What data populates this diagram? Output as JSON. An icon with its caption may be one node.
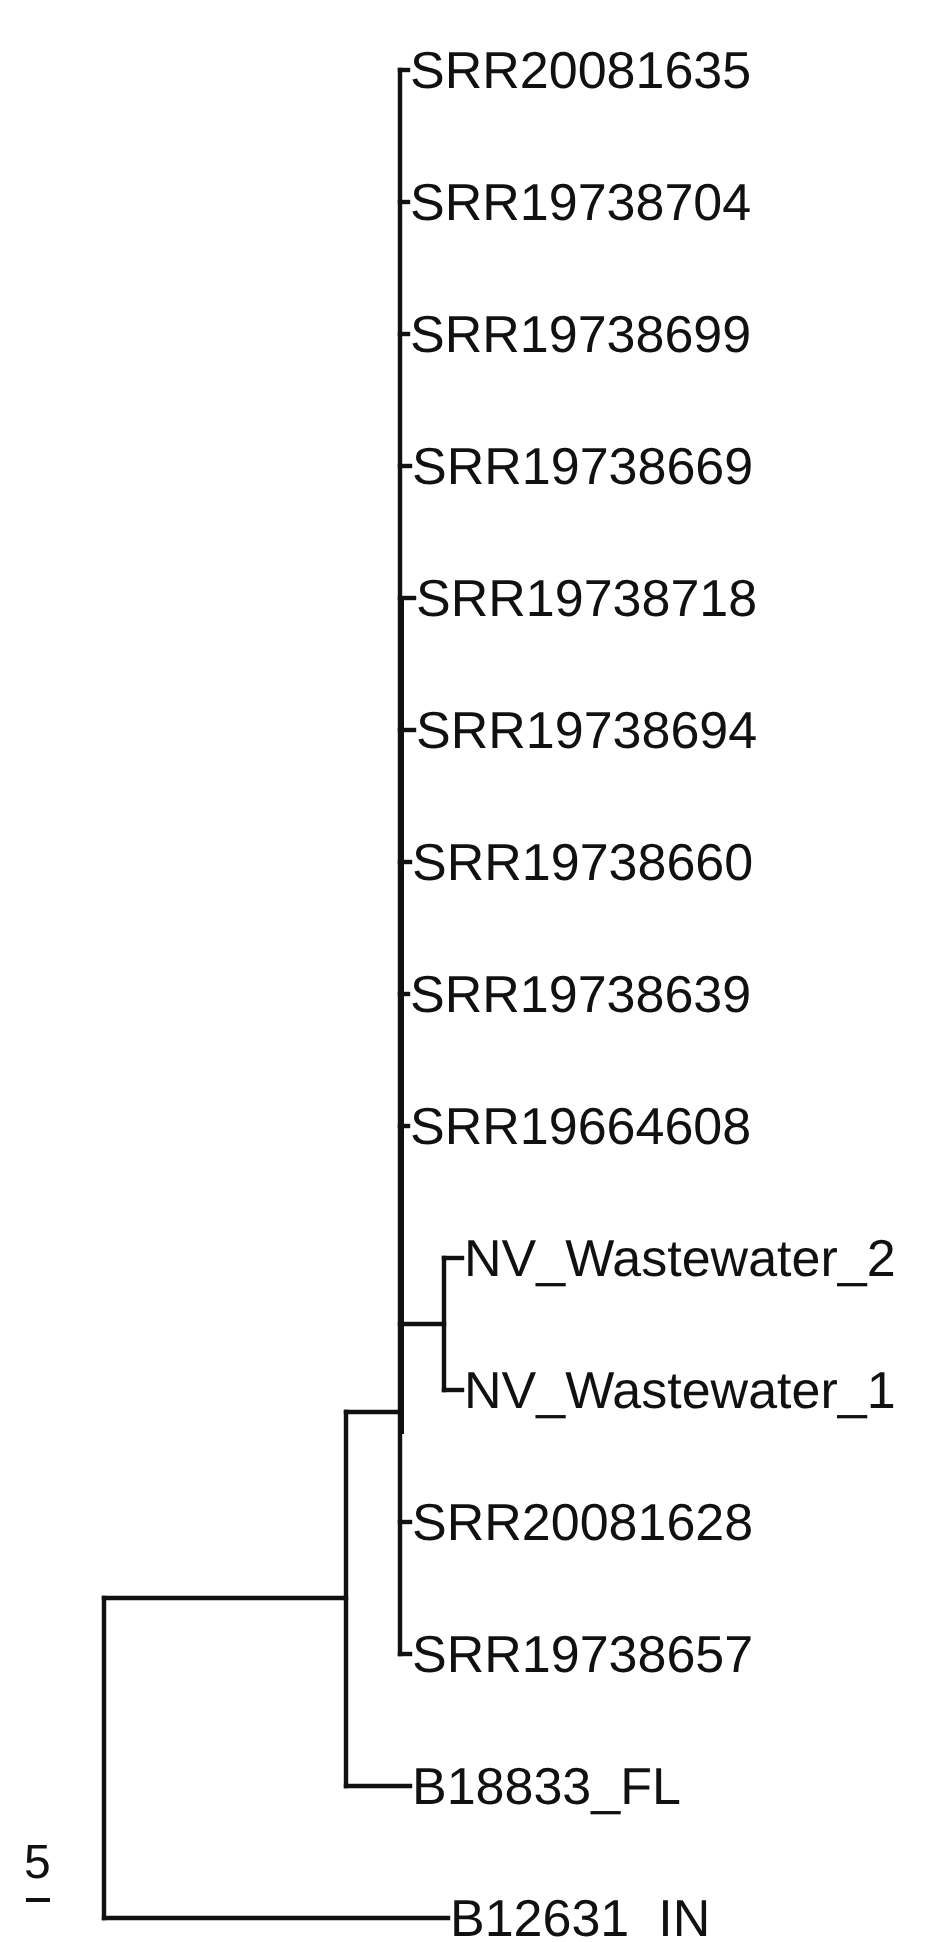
{
  "diagram": {
    "labels": [
      "SRR20081635",
      "SRR19738704",
      "SRR19738699",
      "SRR19738669",
      "SRR19738718",
      "SRR19738694",
      "SRR19738660",
      "SRR19738639",
      "SRR19664608",
      "NV_Wastewater_2",
      "NV_Wastewater_1",
      "SRR20081628",
      "SRR19738657",
      "B18833_FL",
      "B12631_IN",
      "5"
    ]
  }
}
